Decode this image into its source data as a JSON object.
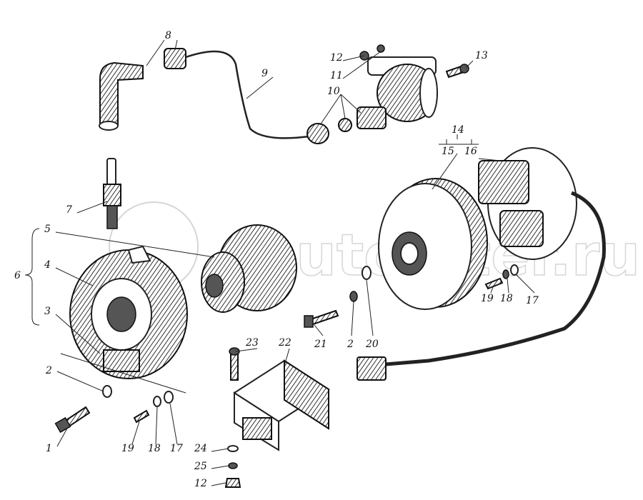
{
  "watermark": "autopiter.ru",
  "labels": {
    "l1": "1",
    "l2a": "2",
    "l2b": "2",
    "l3": "3",
    "l4": "4",
    "l5": "5",
    "l6": "6",
    "l7": "7",
    "l8": "8",
    "l9": "9",
    "l10": "10",
    "l11": "11",
    "l12a": "12",
    "l12b": "12",
    "l13": "13",
    "l14": "14",
    "l15": "15",
    "l16": "16",
    "l17a": "17",
    "l17b": "17",
    "l18a": "18",
    "l18b": "18",
    "l19a": "19",
    "l19b": "19",
    "l20": "20",
    "l21": "21",
    "l22": "22",
    "l23": "23",
    "l24": "24",
    "l25": "25"
  }
}
